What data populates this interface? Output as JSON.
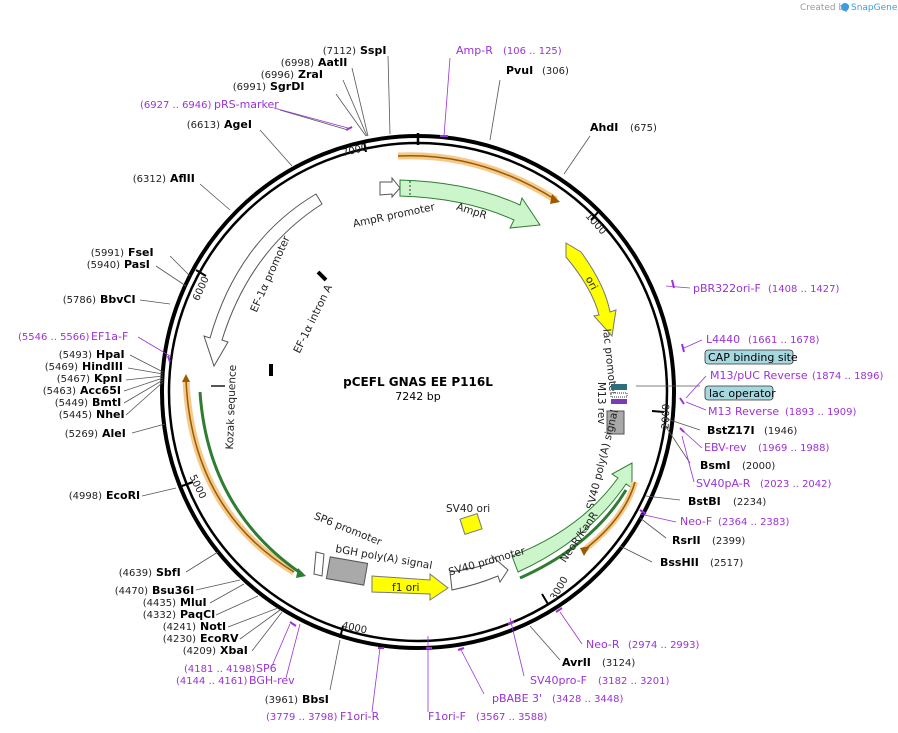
{
  "plasmid": {
    "name": "pCEFL GNAS EE P116L",
    "size_label": "7242 bp"
  },
  "credit": {
    "prefix": "Created by",
    "brand": "SnapGene"
  },
  "tick_labels": [
    "1000",
    "2000",
    "3000",
    "4000",
    "5000",
    "6000",
    "7000"
  ],
  "features": {
    "ampr_promoter": "AmpR promoter",
    "ampr": "AmpR",
    "ori": "ori",
    "lac_promoter": "lac promoter",
    "m13_rev": "M13 rev",
    "sv40_polya": "SV40 poly(A) signal",
    "neor": "NeoR/KanR",
    "sv40_ori": "SV40 ori",
    "sv40_promoter": "SV40 promoter",
    "f1_ori": "f1 ori",
    "bgh_polya": "bGH poly(A) signal",
    "sp6_promoter": "SP6 promoter",
    "kozak": "Kozak sequence",
    "ef1a_intron": "EF-1α intron A",
    "ef1a_promoter": "EF-1α promoter"
  },
  "boxed_labels": {
    "cap": "CAP binding site",
    "lac_operator": "lac operator"
  },
  "enzymes": {
    "sspi": {
      "pos": "(7112)",
      "name": "SspI"
    },
    "aatii": {
      "pos": "(6998)",
      "name": "AatII"
    },
    "zrai": {
      "pos": "(6996)",
      "name": "ZraI"
    },
    "sgrdi": {
      "pos": "(6991)",
      "name": "SgrDI"
    },
    "agei": {
      "pos": "(6613)",
      "name": "AgeI"
    },
    "aflii": {
      "pos": "(6312)",
      "name": "AflII"
    },
    "fsei": {
      "pos": "(5991)",
      "name": "FseI"
    },
    "pasi": {
      "pos": "(5940)",
      "name": "PasI"
    },
    "bbvci": {
      "pos": "(5786)",
      "name": "BbvCI"
    },
    "hpai": {
      "pos": "(5493)",
      "name": "HpaI"
    },
    "hindiii": {
      "pos": "(5469)",
      "name": "HindIII"
    },
    "kpni": {
      "pos": "(5467)",
      "name": "KpnI"
    },
    "acc65i": {
      "pos": "(5463)",
      "name": "Acc65I"
    },
    "bmti": {
      "pos": "(5449)",
      "name": "BmtI"
    },
    "nhei": {
      "pos": "(5445)",
      "name": "NheI"
    },
    "alei": {
      "pos": "(5269)",
      "name": "AleI"
    },
    "ecori": {
      "pos": "(4998)",
      "name": "EcoRI"
    },
    "sbfi": {
      "pos": "(4639)",
      "name": "SbfI"
    },
    "bsu36i": {
      "pos": "(4470)",
      "name": "Bsu36I"
    },
    "mlui": {
      "pos": "(4435)",
      "name": "MluI"
    },
    "paqci": {
      "pos": "(4332)",
      "name": "PaqCI"
    },
    "noti": {
      "pos": "(4241)",
      "name": "NotI"
    },
    "ecorv": {
      "pos": "(4230)",
      "name": "EcoRV"
    },
    "xbai": {
      "pos": "(4209)",
      "name": "XbaI"
    },
    "bbsi": {
      "pos": "(3961)",
      "name": "BbsI"
    },
    "pvui": {
      "pos": "(306)",
      "name": "PvuI"
    },
    "ahdi": {
      "pos": "(675)",
      "name": "AhdI"
    },
    "bstz17i": {
      "pos": "(1946)",
      "name": "BstZ17I"
    },
    "bsmi": {
      "pos": "(2000)",
      "name": "BsmI"
    },
    "bstbi": {
      "pos": "(2234)",
      "name": "BstBI"
    },
    "rsrii": {
      "pos": "(2399)",
      "name": "RsrII"
    },
    "bsshii": {
      "pos": "(2517)",
      "name": "BssHII"
    },
    "avrii": {
      "pos": "(3124)",
      "name": "AvrII"
    }
  },
  "primers": {
    "ampr": {
      "name": "Amp-R",
      "range": "(106 .. 125)"
    },
    "prs": {
      "name": "pRS-marker",
      "range": "(6927 .. 6946)"
    },
    "pbr322": {
      "name": "pBR322ori-F",
      "range": "(1408 .. 1427)"
    },
    "l4440": {
      "name": "L4440",
      "range": "(1661 .. 1678)"
    },
    "m13puc": {
      "name": "M13/pUC Reverse",
      "range": "(1874 .. 1896)"
    },
    "m13rev": {
      "name": "M13 Reverse",
      "range": "(1893 .. 1909)"
    },
    "ebvrev": {
      "name": "EBV-rev",
      "range": "(1969 .. 1988)"
    },
    "sv40par": {
      "name": "SV40pA-R",
      "range": "(2023 .. 2042)"
    },
    "neof": {
      "name": "Neo-F",
      "range": "(2364 .. 2383)"
    },
    "neor": {
      "name": "Neo-R",
      "range": "(2974 .. 2993)"
    },
    "sv40prof": {
      "name": "SV40pro-F",
      "range": "(3182 .. 3201)"
    },
    "pbabe": {
      "name": "pBABE 3'",
      "range": "(3428 .. 3448)"
    },
    "f1orif": {
      "name": "F1ori-F",
      "range": "(3567 .. 3588)"
    },
    "f1orir": {
      "name": "F1ori-R",
      "range": "(3779 .. 3798)"
    },
    "sp6": {
      "name": "SP6",
      "range": "(4181 .. 4198)"
    },
    "bghrev": {
      "name": "BGH-rev",
      "range": "(4144 .. 4161)"
    },
    "ef1af": {
      "name": "EF1a-F",
      "range": "(5546 .. 5566)"
    }
  },
  "colors": {
    "ampr_fill": "#ccf5cc",
    "ori_fill": "#ffff00",
    "orange_primer": "#f5a623",
    "primer_purple": "#9b32d6",
    "grey_box": "#a9a9a9",
    "cap_box": "#a6d8e0"
  }
}
